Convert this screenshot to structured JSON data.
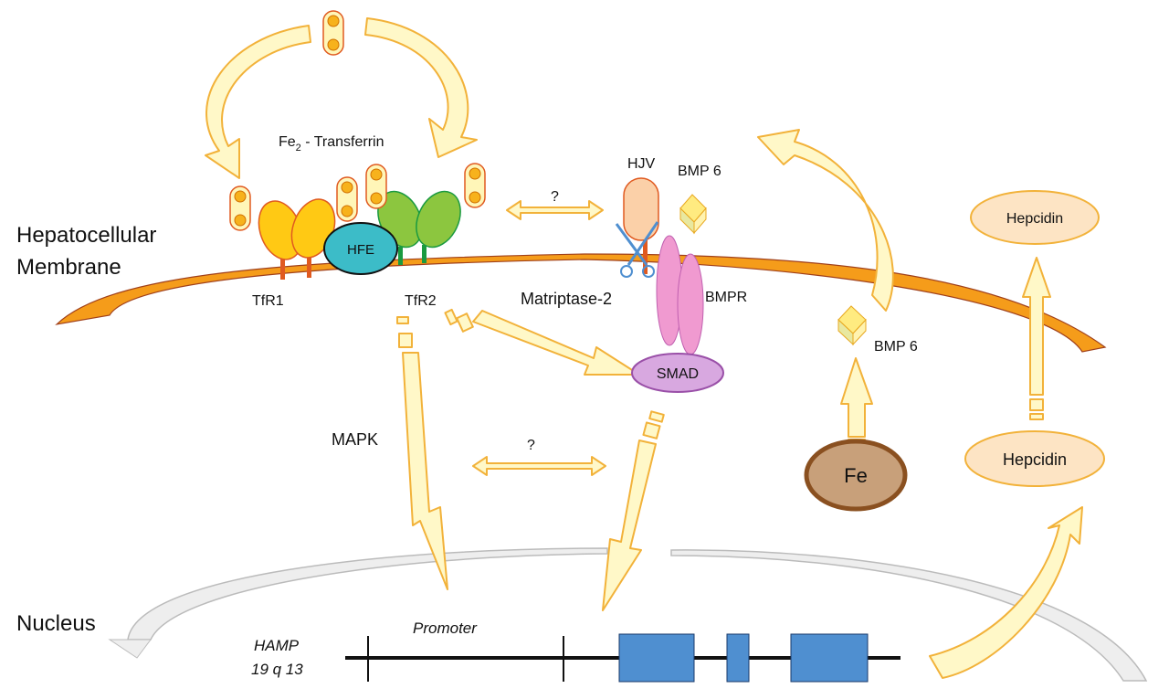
{
  "labels": {
    "transferrin": "Fe",
    "transferrin_sub": "2",
    "transferrin_rest": " - Transferrin",
    "membrane_line1": "Hepatocellular",
    "membrane_line2": "Membrane",
    "tfr1": "TfR1",
    "tfr2": "TfR2",
    "hfe": "HFE",
    "hjv": "HJV",
    "bmp6_top": "BMP 6",
    "bmp6_right": "BMP 6",
    "bmpr": "BMPR",
    "matriptase": "Matriptase-2",
    "question_top": "?",
    "question_mid": "?",
    "smad": "SMAD",
    "mapk": "MAPK",
    "fe": "Fe",
    "hepcidin_top": "Hepcidin",
    "hepcidin_bottom": "Hepcidin",
    "nucleus": "Nucleus",
    "hamp": "HAMP",
    "locus": "19 q 13",
    "promoter": "Promoter"
  },
  "colors": {
    "membrane": "#f59c1a",
    "arrow_fill": "#fff8c8",
    "arrow_stroke": "#f2b23a",
    "tfr1": "#ffc914",
    "tfr2": "#8cc63f",
    "hfe": "#3cbcc8",
    "hjv": "#fbd0a8",
    "bmpr": "#f09ad0",
    "smad": "#d8a8e0",
    "fe": "#c8a07a",
    "exon": "#4f8fd0",
    "nucleus": "#cfcfcf"
  }
}
